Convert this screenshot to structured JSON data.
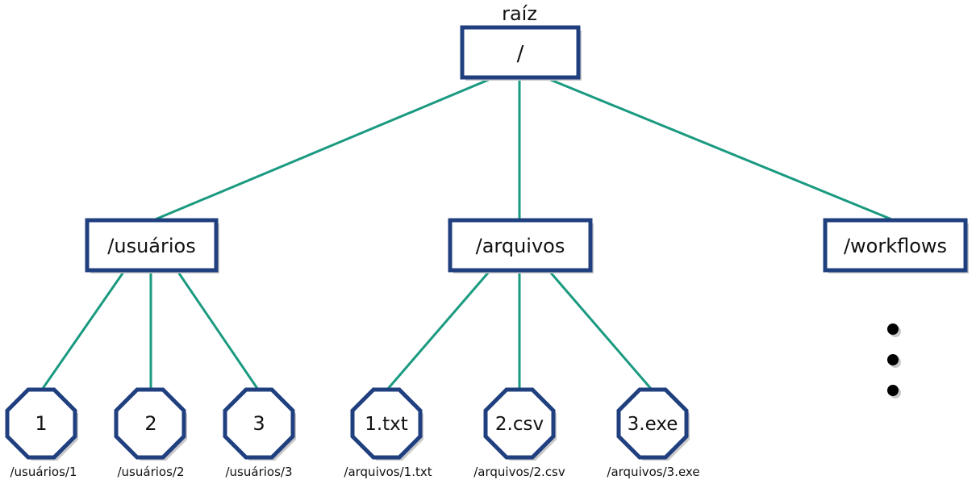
{
  "root": {
    "caption": "raíz",
    "label": "/"
  },
  "directories": [
    {
      "id": "usuarios",
      "label": "/usuários"
    },
    {
      "id": "arquivos",
      "label": "/arquivos"
    },
    {
      "id": "workflows",
      "label": "/workflows"
    }
  ],
  "leaves": [
    {
      "label": "1",
      "path": "/usuários/1"
    },
    {
      "label": "2",
      "path": "/usuários/2"
    },
    {
      "label": "3",
      "path": "/usuários/3"
    },
    {
      "label": "1.txt",
      "path": "/arquivos/1.txt"
    },
    {
      "label": "2.csv",
      "path": "/arquivos/2.csv"
    },
    {
      "label": "3.exe",
      "path": "/arquivos/3.exe"
    }
  ],
  "colors": {
    "node_border": "#1f3f7f",
    "edge": "#1a9a80"
  }
}
